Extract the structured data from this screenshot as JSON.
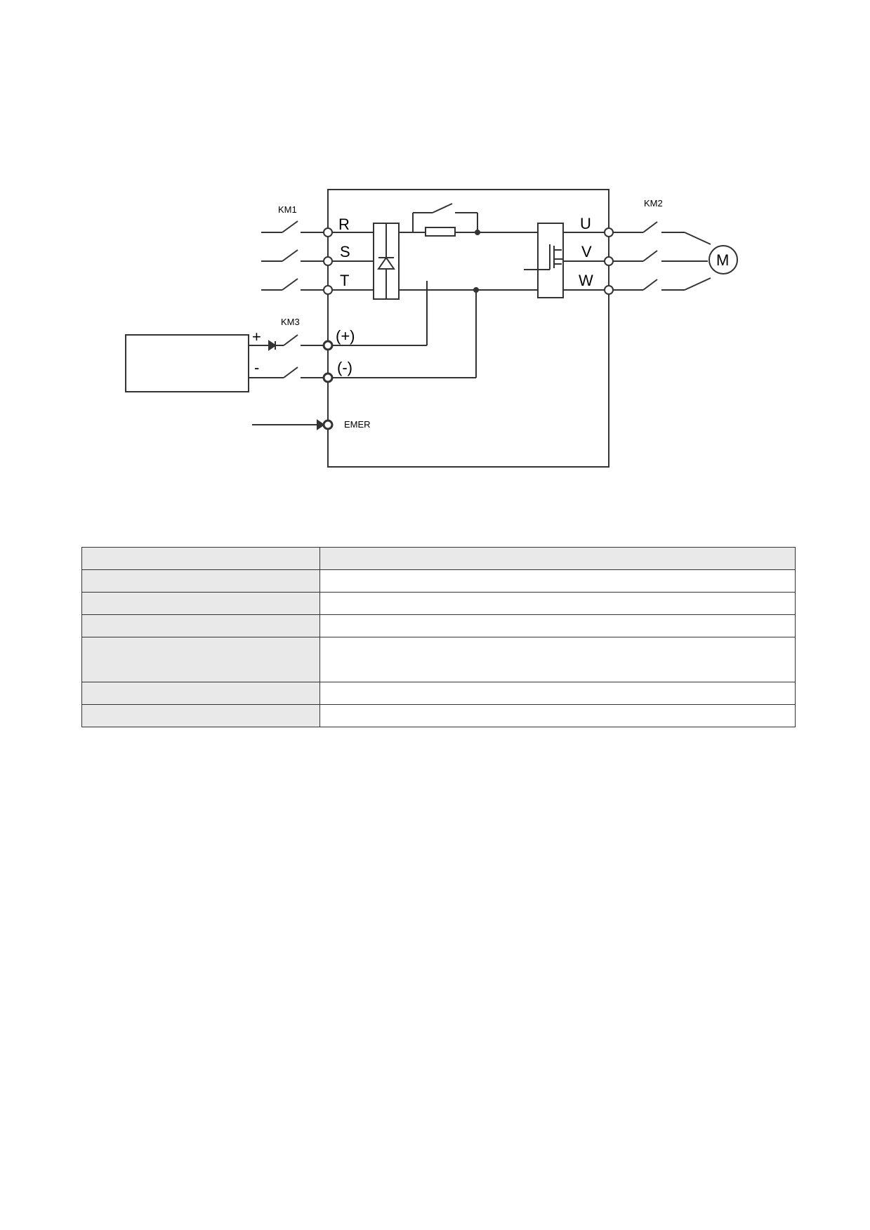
{
  "diagram": {
    "contactors": {
      "km1": "KM1",
      "km2": "KM2",
      "km3": "KM3"
    },
    "input_terminals": {
      "r": "R",
      "s": "S",
      "t": "T"
    },
    "output_terminals": {
      "u": "U",
      "v": "V",
      "w": "W"
    },
    "dc_terminals": {
      "plus": "(+)",
      "minus": "(-)"
    },
    "dc_source_polarity": {
      "plus": "+",
      "minus": "-"
    },
    "emergency_terminal": "EMER",
    "motor": "M"
  },
  "table": {
    "rows": [
      {
        "label": "",
        "value": ""
      },
      {
        "label": "",
        "value": ""
      },
      {
        "label": "",
        "value": ""
      },
      {
        "label": "",
        "value": ""
      },
      {
        "label": "",
        "value": ""
      },
      {
        "label": "",
        "value": ""
      },
      {
        "label": "",
        "value": ""
      },
      {
        "label": "",
        "value": ""
      }
    ]
  }
}
